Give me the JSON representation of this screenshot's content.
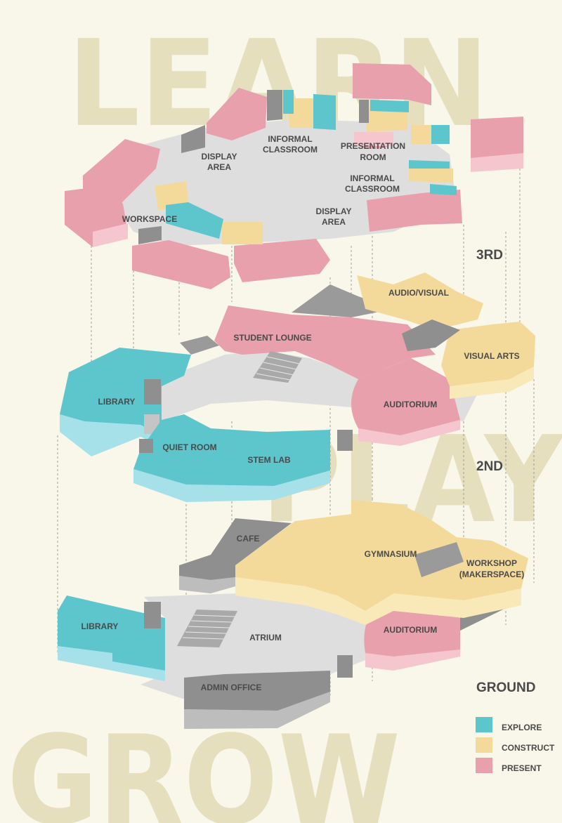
{
  "background_words": {
    "top": "LEARN",
    "middle": "PLAY",
    "bottom": "GROW"
  },
  "floors": {
    "third": {
      "name": "3RD",
      "labels": {
        "informal_classroom_a": [
          "INFORMAL",
          "CLASSROOM"
        ],
        "display_area_a": [
          "DISPLAY",
          "AREA"
        ],
        "presentation_room": [
          "PRESENTATION",
          "ROOM"
        ],
        "informal_classroom_b": [
          "INFORMAL",
          "CLASSROOM"
        ],
        "display_area_b": [
          "DISPLAY",
          "AREA"
        ],
        "workspace": "WORKSPACE"
      }
    },
    "second": {
      "name": "2ND",
      "labels": {
        "audio_visual": "AUDIO/VISUAL",
        "student_lounge": "STUDENT LOUNGE",
        "visual_arts": "VISUAL ARTS",
        "library": "LIBRARY",
        "auditorium": "AUDITORIUM",
        "quiet_room": "QUIET ROOM",
        "stem_lab": "STEM LAB"
      }
    },
    "ground": {
      "name": "GROUND",
      "labels": {
        "cafe": "CAFE",
        "gymnasium": "GYMNASIUM",
        "workshop": [
          "WORKSHOP",
          "(MAKERSPACE)"
        ],
        "library": "LIBRARY",
        "atrium": "ATRIUM",
        "auditorium": "AUDITORIUM",
        "admin_office": "ADMIN OFFICE"
      }
    }
  },
  "legend": [
    {
      "label": "EXPLORE",
      "color": "#5cc6cc"
    },
    {
      "label": "CONSTRUCT",
      "color": "#f3da9a"
    },
    {
      "label": "PRESENT",
      "color": "#e8a0ac"
    }
  ],
  "colors": {
    "explore": "#5cc6cc",
    "explore_side": "#a6e1e9",
    "construct": "#f3da9a",
    "construct_side": "#f9e9b8",
    "present": "#e8a0ac",
    "present_side": "#f6c6cf",
    "circulation": "#dcdcdc",
    "service": "#8f8f8f",
    "service_side": "#bdbdbd"
  }
}
